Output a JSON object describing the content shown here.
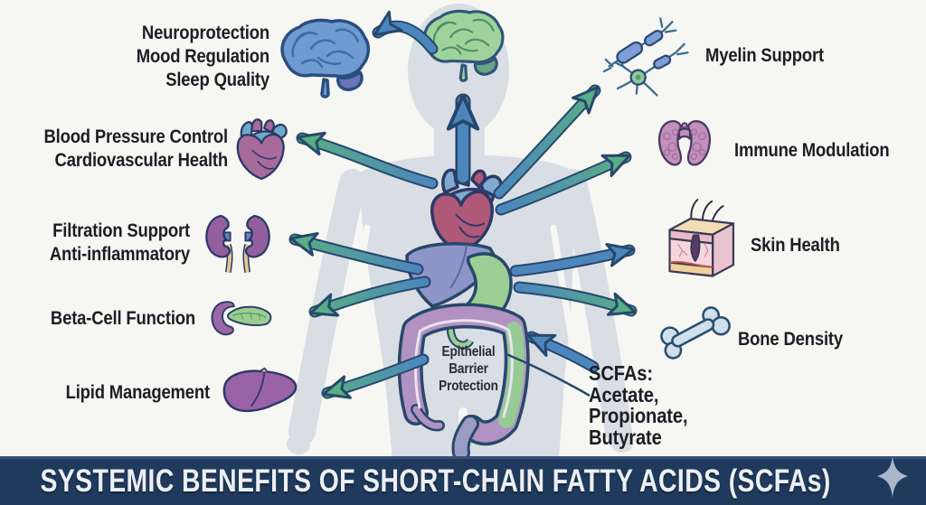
{
  "banner": {
    "title": "SYSTEMIC BENEFITS OF SHORT-CHAIN FATTY ACIDS (SCFAs)"
  },
  "annotations": {
    "neuro": {
      "icon": "brain-icon",
      "lines": [
        "Neuroprotection",
        "Mood Regulation",
        "Sleep Quality"
      ]
    },
    "cardio": {
      "icon": "heart-icon",
      "lines": [
        "Blood Pressure Control",
        "Cardiovascular Health"
      ]
    },
    "renal": {
      "icon": "kidneys-icon",
      "lines": [
        "Filtration Support",
        "Anti-inflammatory"
      ]
    },
    "pancreas": {
      "icon": "pancreas-icon",
      "lines": [
        "Beta-Cell Function"
      ]
    },
    "liver": {
      "icon": "liver-icon",
      "lines": [
        "Lipid Management"
      ]
    },
    "myelin": {
      "icon": "neuron-icon",
      "lines": [
        "Myelin Support"
      ]
    },
    "immune": {
      "icon": "thyroid-icon",
      "lines": [
        "Immune Modulation"
      ]
    },
    "skin": {
      "icon": "skin-icon",
      "lines": [
        "Skin Health"
      ]
    },
    "bone": {
      "icon": "bone-icon",
      "lines": [
        "Bone Density"
      ]
    },
    "gut": {
      "lines": [
        "Epithelial",
        "Barrier",
        "Protection"
      ]
    },
    "scfas": {
      "lines": [
        "SCFAs:",
        "Acetate,",
        "Propionate,",
        "Butyrate"
      ]
    }
  },
  "colors": {
    "background": "#f6f6f3",
    "body_silhouette": "#d9dde4",
    "outline_navy": "#27486b",
    "arrow_blue": "#4c86bd",
    "arrow_green": "#58ae85",
    "banner_navy": "#1f3a5c",
    "banner_text": "#eceff3",
    "sparkle": "#a9b7c9"
  }
}
